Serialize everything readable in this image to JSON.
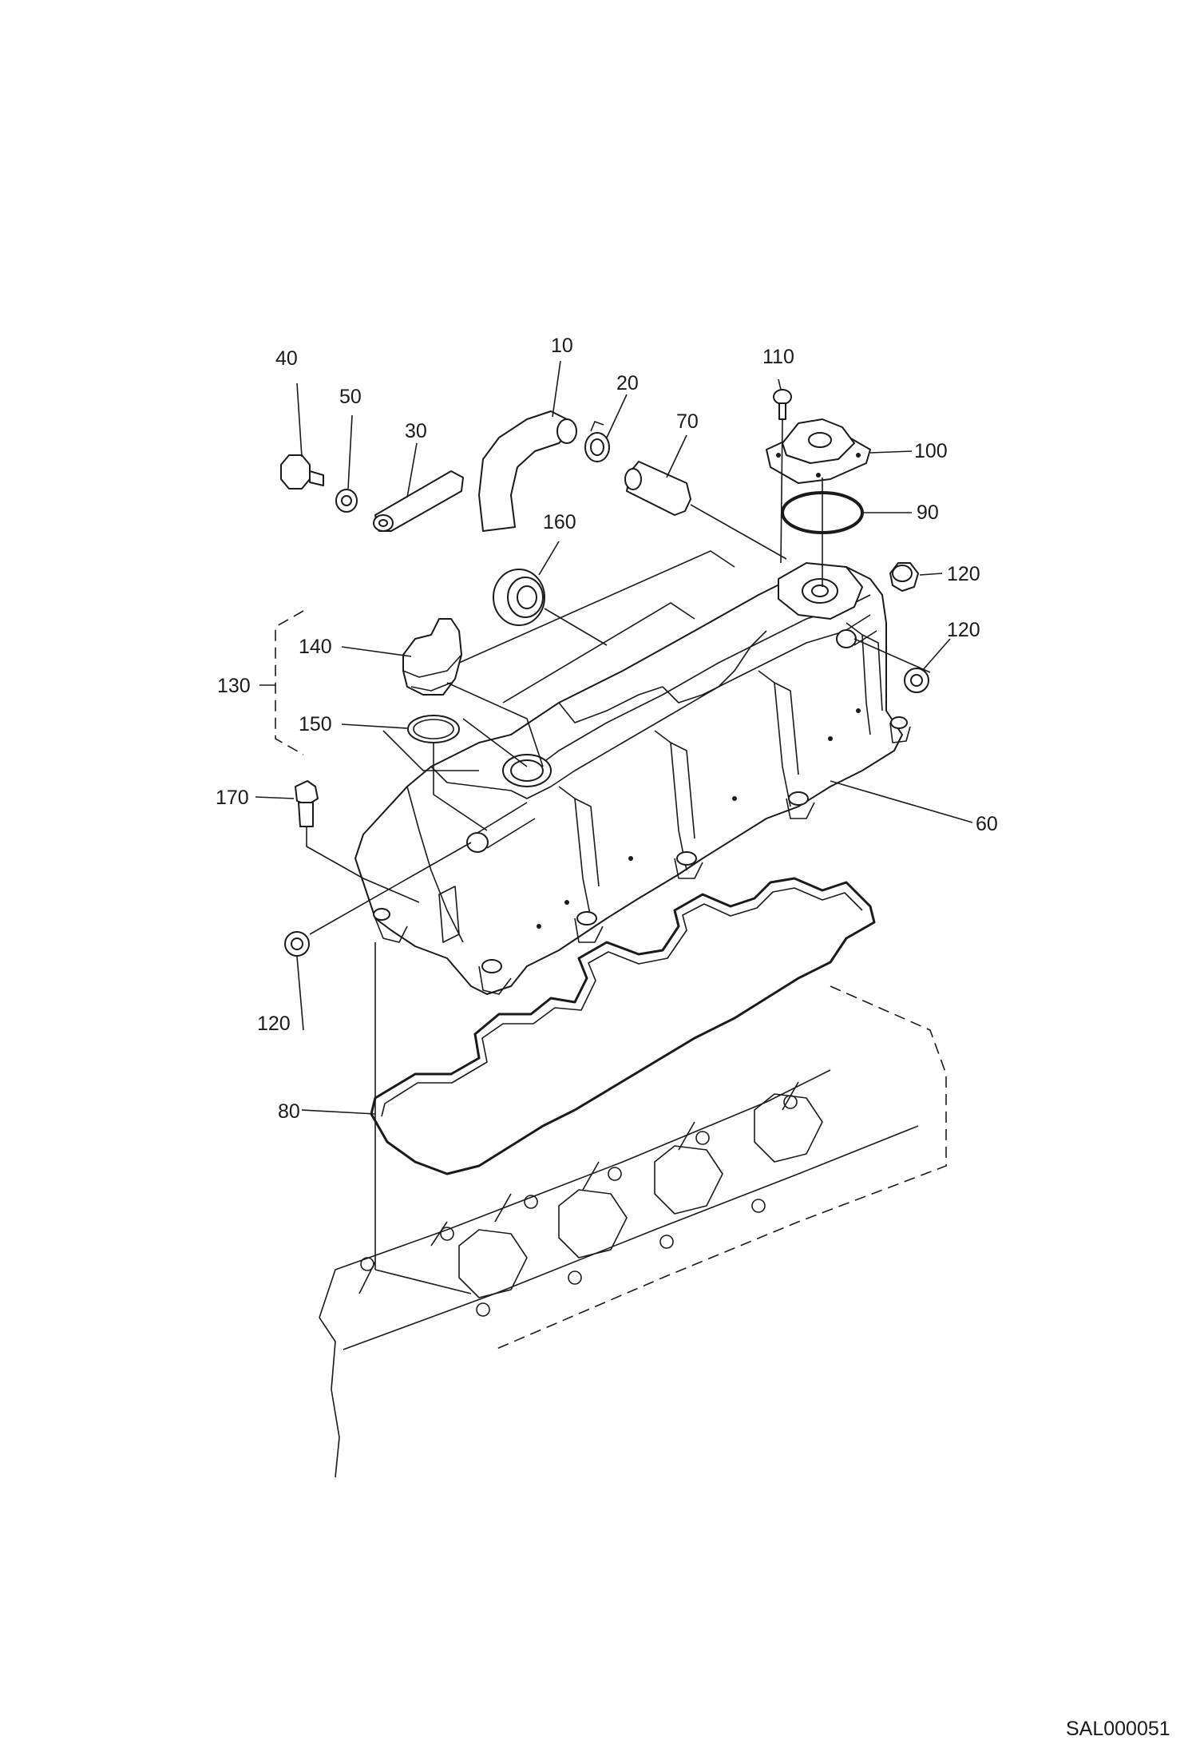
{
  "diagram": {
    "callouts": {
      "c10": "10",
      "c20": "20",
      "c30": "30",
      "c40": "40",
      "c50": "50",
      "c60": "60",
      "c70": "70",
      "c80": "80",
      "c90": "90",
      "c100": "100",
      "c110": "110",
      "c120a": "120",
      "c120b": "120",
      "c120c": "120",
      "c130": "130",
      "c140": "140",
      "c150": "150",
      "c160": "160",
      "c170": "170"
    },
    "drawing_reference": "SAL000051"
  }
}
